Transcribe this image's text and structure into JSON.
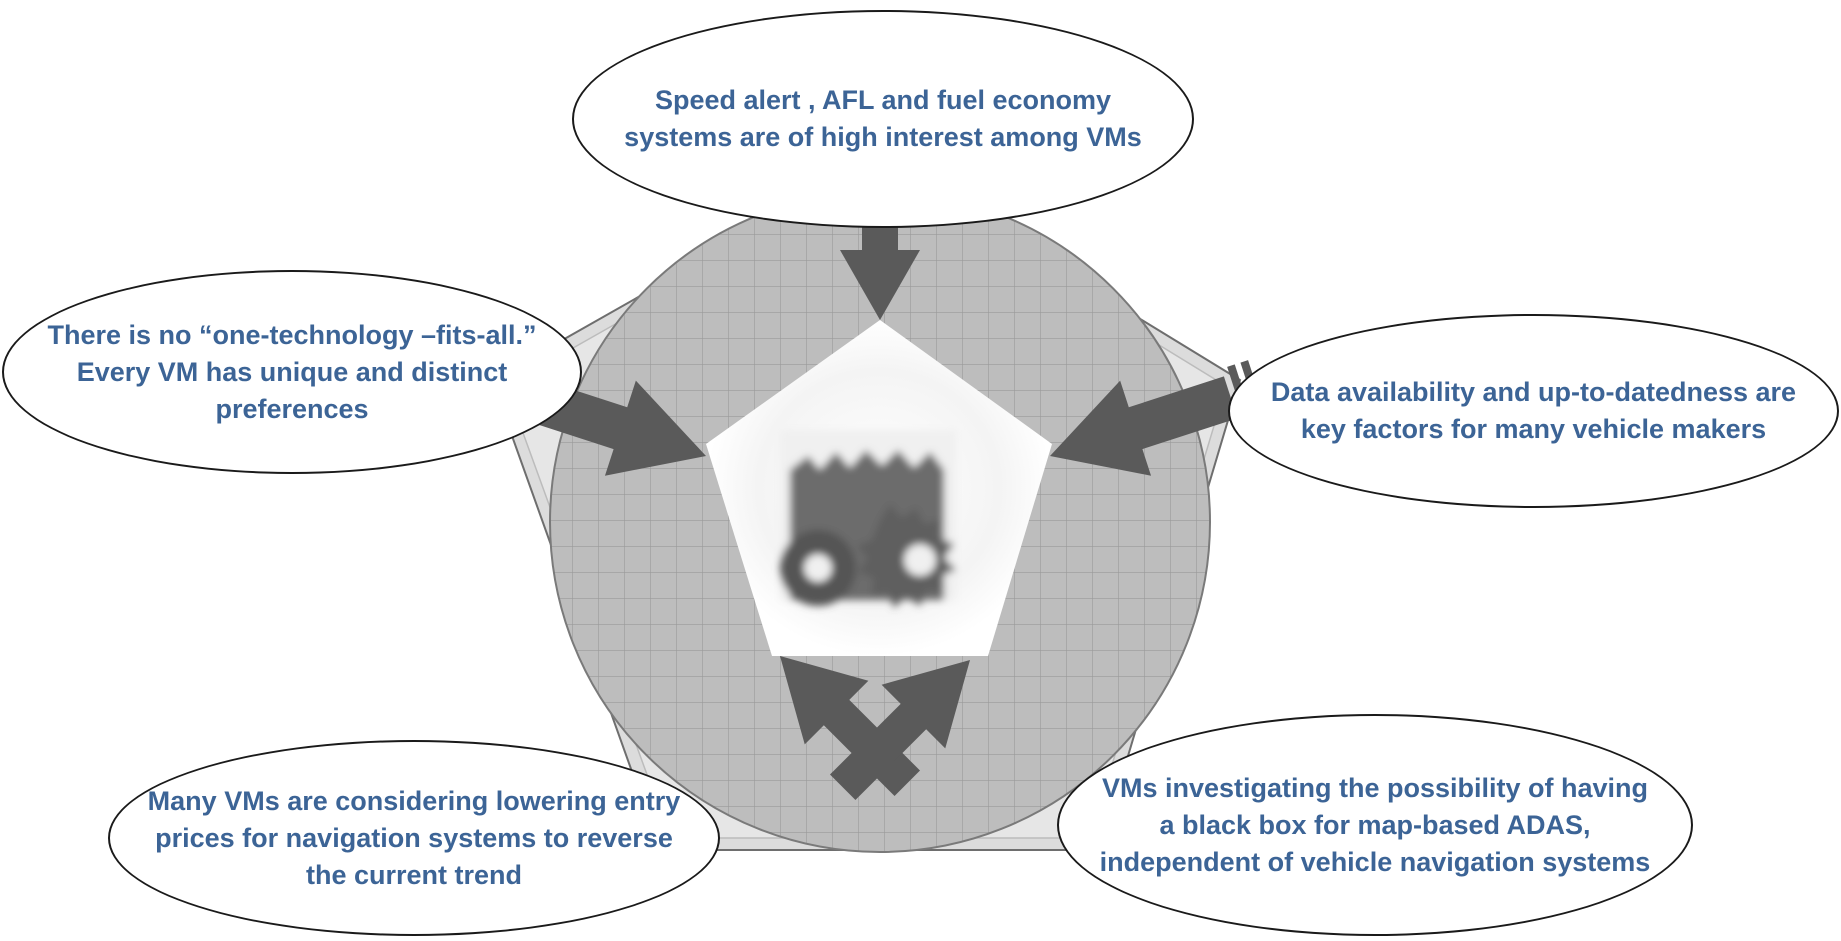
{
  "colors": {
    "text": "#3c6496",
    "arrow": "#5a5a5a",
    "pentagon_fill": "#dcdcdc",
    "circle_fill": "#bdbdbd",
    "grid_line": "#9a9a9a",
    "callout_border": "#1a1a1a"
  },
  "center": {
    "icon": "gears-icon"
  },
  "callouts": {
    "top": "Speed alert , AFL and fuel economy systems are of high interest among VMs",
    "left": "There is no “one-technology –fits-all.” Every VM has unique and distinct preferences",
    "right": "Data availability and up-to-datedness are key factors for many vehicle makers",
    "bottom_left": "Many  VMs are considering lowering entry prices for navigation systems to reverse the current trend",
    "bottom_right": "VMs investigating the possibility of having a black box for map-based ADAS, independent of vehicle navigation systems"
  }
}
